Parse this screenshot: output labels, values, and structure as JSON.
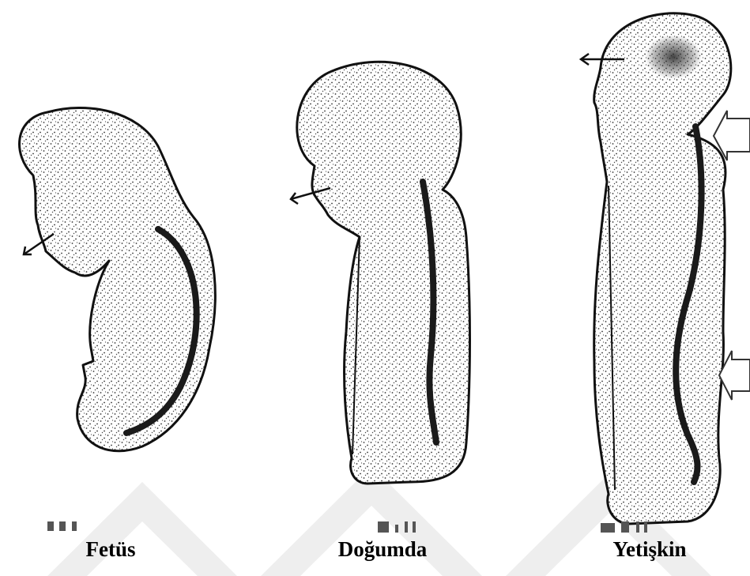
{
  "captions": {
    "fetus": "Fetüs",
    "birth": "Doğumda",
    "adult": "Yetişkin"
  },
  "colors": {
    "outline": "#111111",
    "stipple": "#333333",
    "spine": "#1a1a1a",
    "watermark": "#eeeeee",
    "background": "#ffffff"
  }
}
